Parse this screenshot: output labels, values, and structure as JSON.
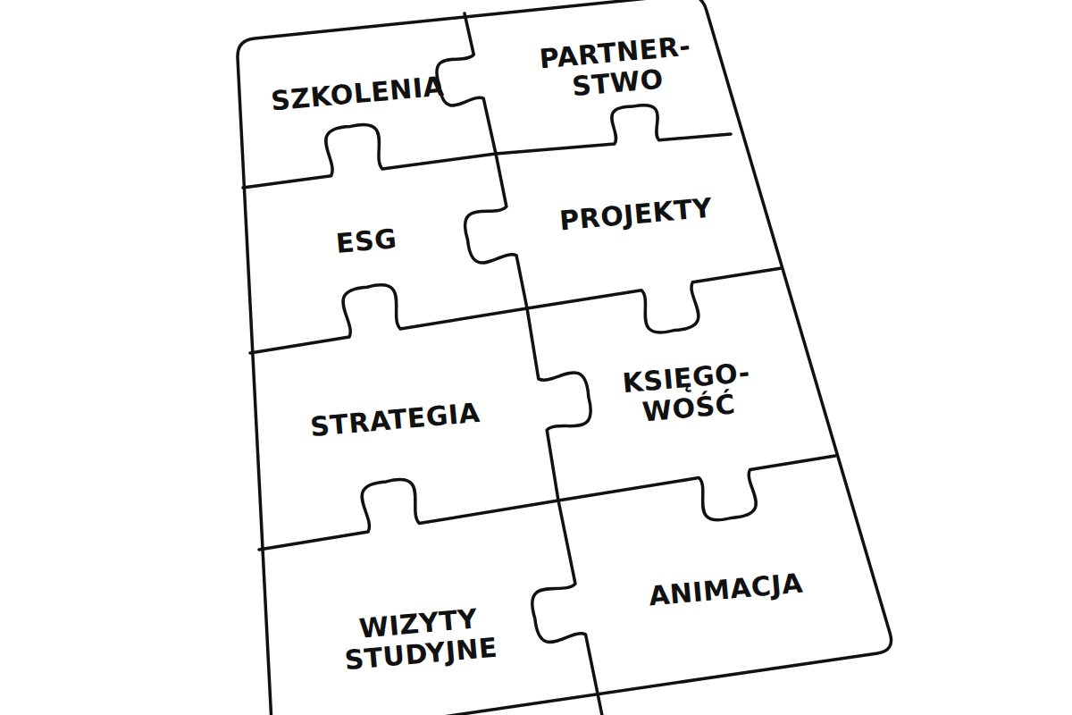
{
  "diagram": {
    "nodes": [
      {
        "text": [
          "SZKOLENIA"
        ]
      },
      {
        "text": [
          "PARTNER- STWO"
        ]
      },
      {
        "text": [
          "ESG"
        ]
      },
      {
        "text": [
          "PROJEKTY"
        ]
      },
      {
        "text": [
          "STRATEGIA"
        ]
      },
      {
        "text": [
          "KSIĘGO- WOŚĆ"
        ]
      },
      {
        "text": [
          "WIZYTY STUDYJNE"
        ]
      },
      {
        "text": [
          "ANIMACJA"
        ]
      }
    ]
  }
}
